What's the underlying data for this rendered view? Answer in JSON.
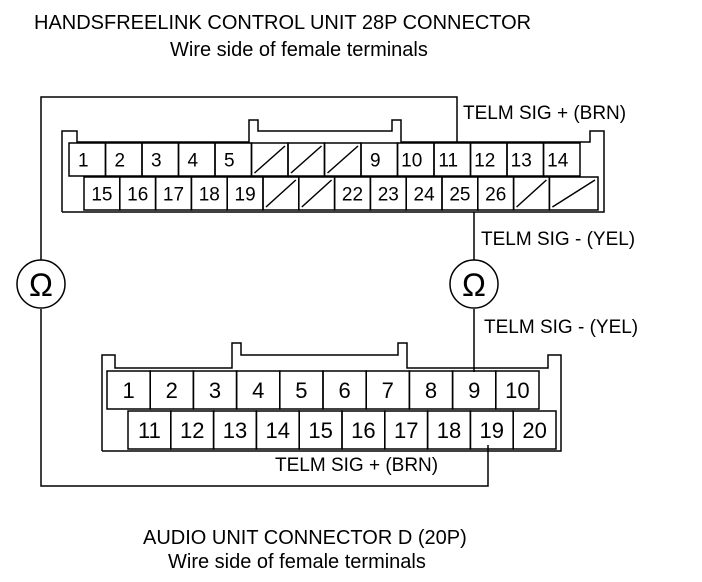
{
  "top_connector": {
    "title": "HANDSFREELINK CONTROL UNIT 28P CONNECTOR",
    "subtitle": "Wire side of female terminals",
    "row1": [
      "1",
      "2",
      "3",
      "4",
      "5",
      "",
      "",
      "",
      "9",
      "10",
      "11",
      "12",
      "13",
      "14"
    ],
    "row2": [
      "15",
      "16",
      "17",
      "18",
      "19",
      "",
      "",
      "22",
      "23",
      "24",
      "25",
      "26",
      "",
      ""
    ]
  },
  "bottom_connector": {
    "title": "AUDIO UNIT CONNECTOR D (20P)",
    "subtitle": "Wire side of female terminals",
    "row1": [
      "1",
      "2",
      "3",
      "4",
      "5",
      "6",
      "7",
      "8",
      "9",
      "10"
    ],
    "row2": [
      "11",
      "12",
      "13",
      "14",
      "15",
      "16",
      "17",
      "18",
      "19",
      "20"
    ]
  },
  "labels": {
    "telm_sig_plus_top": "TELM SIG +  (BRN)",
    "telm_sig_minus_top": "TELM SIG -  (YEL)",
    "telm_sig_minus_bottom": "TELM SIG -  (YEL)",
    "telm_sig_plus_bottom": "TELM SIG +  (BRN)"
  },
  "meters": {
    "left_symbol": "Ω",
    "right_symbol": "Ω"
  }
}
